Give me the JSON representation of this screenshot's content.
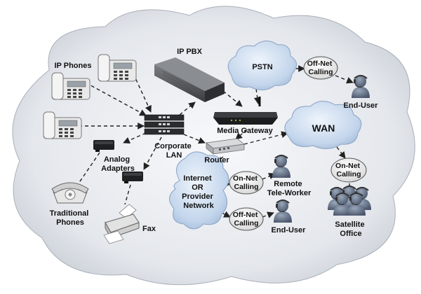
{
  "labels": {
    "ip_phones": "IP Phones",
    "ip_pbx": "IP PBX",
    "pstn": "PSTN",
    "offnet_top": [
      "Off-Net",
      "Calling"
    ],
    "end_user_top": "End-User",
    "media_gateway": "Media Gateway",
    "wan": "WAN",
    "corporate_lan": [
      "Corporate",
      "LAN"
    ],
    "router": "Router",
    "analog_adapters": [
      "Analog",
      "Adapters"
    ],
    "internet": [
      "Internet",
      "OR",
      "Provider",
      "Network"
    ],
    "onnet_mid": [
      "On-Net",
      "Calling"
    ],
    "remote_teleworker": [
      "Remote",
      "Tele-Worker"
    ],
    "onnet_right": [
      "On-Net",
      "Calling"
    ],
    "traditional_phones": [
      "Traditional",
      "Phones"
    ],
    "offnet_bottom": [
      "Off-Net",
      "Calling"
    ],
    "end_user_bottom": "End-User",
    "satellite_office": [
      "Satellite",
      "Office"
    ],
    "fax": "Fax"
  },
  "colors": {
    "background_cloud": "#dfe3ea",
    "network_cloud": "#bcd0ea",
    "calling_bubble": "#f1f1f1",
    "device_dark": "#2f3133",
    "phone_white": "#eeeeee",
    "person": "#5d6a7e"
  },
  "icons": {
    "phones": "desk-phone-icon",
    "pbx": "server-icon",
    "gateway": "wireless-router-icon",
    "switch": "network-switch-icon",
    "router": "router-icon",
    "adapter": "analog-adapter-icon",
    "fax": "fax-machine-icon",
    "user": "person-icon",
    "group": "people-group-icon"
  }
}
